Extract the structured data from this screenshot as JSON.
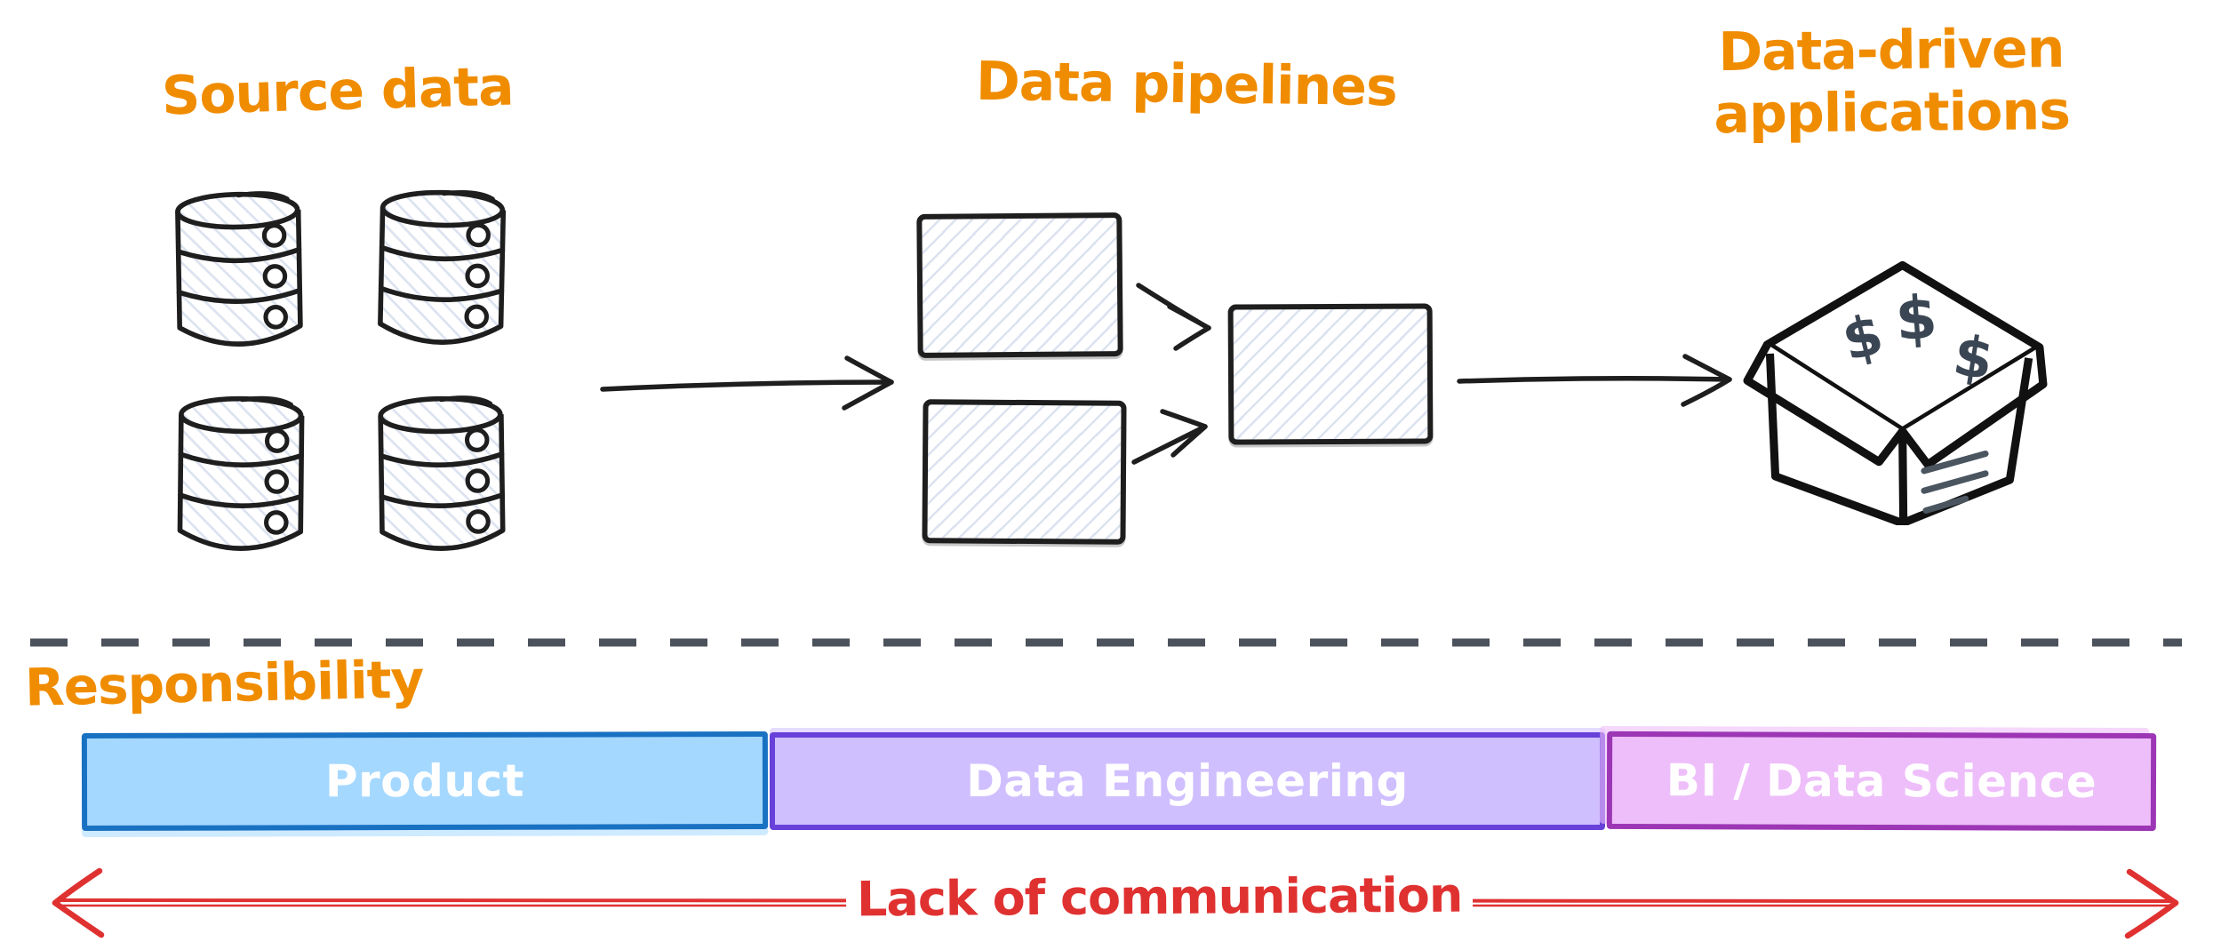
{
  "source": {
    "title": "Source data",
    "database_count": 4
  },
  "pipelines": {
    "title": "Data pipelines"
  },
  "applications": {
    "title_line1": "Data-driven",
    "title_line2": "applications",
    "dollars": [
      "$",
      "$",
      "$"
    ]
  },
  "responsibility": {
    "label": "Responsibility",
    "bars": [
      {
        "label": "Product",
        "fill": "#a5d8ff",
        "stroke": "#1971c2"
      },
      {
        "label": "Data Engineering",
        "fill": "#d0bfff",
        "stroke": "#6741d9"
      },
      {
        "label": "BI / Data Science",
        "fill": "#eebefa",
        "stroke": "#9c36b5"
      }
    ]
  },
  "communication": {
    "label": "Lack of communication",
    "color": "#e03131"
  },
  "palette": {
    "heading_orange": "#f08c00",
    "sketch_black": "#1e1e1e",
    "divider_gray": "#4c525b",
    "hatch_blue": "#dce2f0",
    "dollar_gray": "#3b4654"
  }
}
